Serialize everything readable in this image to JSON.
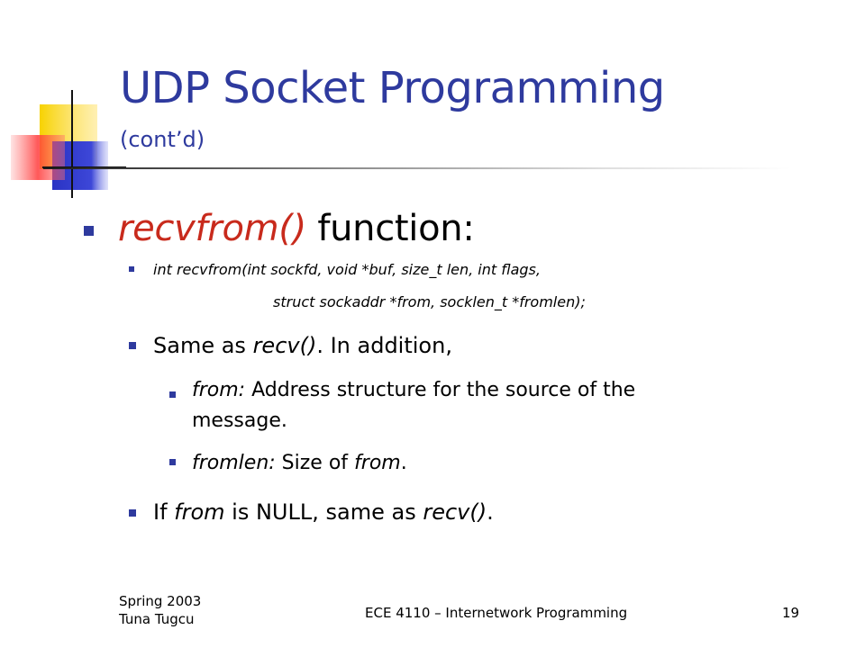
{
  "slide": {
    "title": "UDP Socket Programming",
    "subtitle": "(cont’d)",
    "main_bullet": {
      "emph": "recvfrom()",
      "rest": " function:"
    },
    "signature_line1": "int recvfrom(int sockfd, void *buf, size_t len, int flags,",
    "signature_line2": "struct sockaddr *from, socklen_t *fromlen);",
    "point1": {
      "a": "Same as ",
      "b": "recv()",
      "c": ". In addition,"
    },
    "sub1": {
      "term": "from:",
      "desc_line1": " Address structure for the source of the",
      "desc_line2": "message."
    },
    "sub2": {
      "term": "fromlen:",
      "mid": " Size of ",
      "ref": "from",
      "end": "."
    },
    "point2": {
      "a": "If ",
      "b": "from",
      "c": " is NULL, same as ",
      "d": "recv()",
      "e": "."
    }
  },
  "footer": {
    "semester": "Spring 2003",
    "author": "Tuna Tugcu",
    "course": "ECE 4110 – Internetwork Programming",
    "page_number": "19"
  },
  "colors": {
    "title": "#2e3a9e",
    "bullet": "#2e3a9e",
    "emphasis": "#c82a1c"
  }
}
